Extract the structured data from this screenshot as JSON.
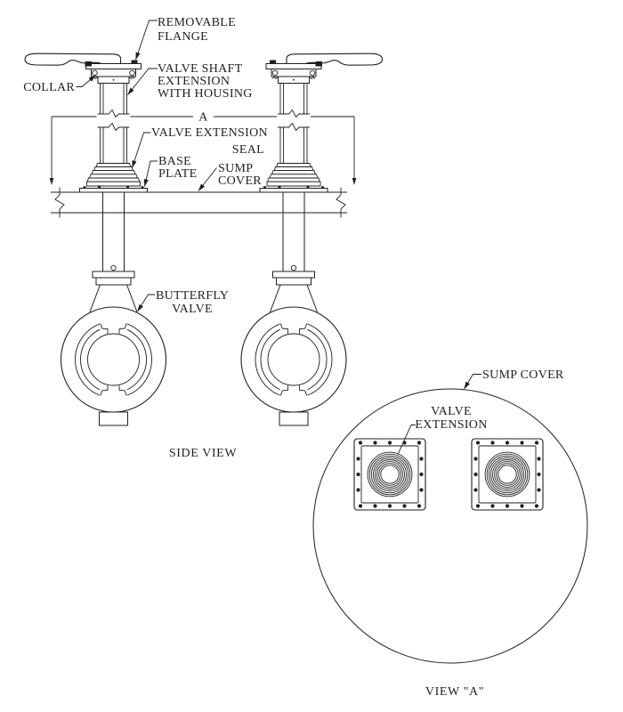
{
  "side_view": {
    "caption": "SIDE VIEW",
    "labels": {
      "removable_flange_1": "REMOVABLE",
      "removable_flange_2": "FLANGE",
      "collar": "COLLAR",
      "valve_shaft_1": "VALVE SHAFT",
      "valve_shaft_2": "EXTENSION",
      "valve_shaft_3": "WITH HOUSING",
      "dim_a": "A",
      "seal_1": "VALVE EXTENSION",
      "seal_2": "SEAL",
      "base_plate_1": "BASE",
      "base_plate_2": "PLATE",
      "sump_cover_1": "SUMP",
      "sump_cover_2": "COVER",
      "butterfly_1": "BUTTERFLY",
      "butterfly_2": "VALVE"
    }
  },
  "view_a": {
    "caption": "VIEW \"A\"",
    "labels": {
      "sump_cover": "SUMP COVER",
      "valve_ext_1": "VALVE",
      "valve_ext_2": "EXTENSION"
    }
  },
  "colors": {
    "line": "#1f1f1f",
    "background": "#ffffff"
  }
}
